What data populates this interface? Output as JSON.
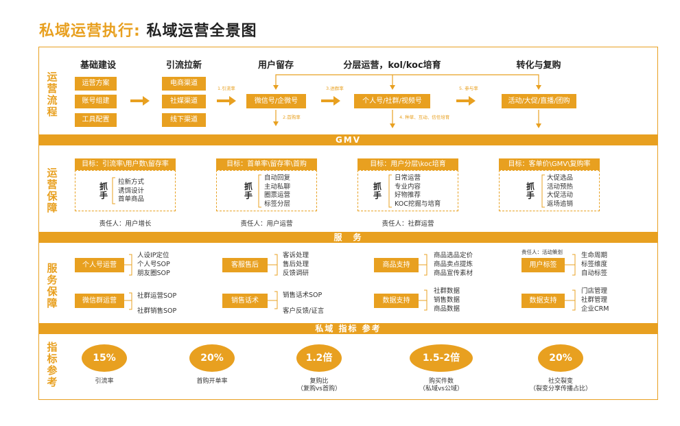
{
  "title": {
    "prefix": "私域运营执行:",
    "main": "私域运营全景图"
  },
  "side": {
    "process": "运营流程",
    "support": "运营保障",
    "service": "服务保障",
    "metrics": "指标参考"
  },
  "bands": {
    "gmv": "GMV",
    "service": "服　务",
    "metrics": "私域 指标 参考"
  },
  "flow": {
    "columns": [
      "基础建设",
      "引流拉新",
      "用户留存",
      "分层运营，kol/koc培育",
      "转化与复购"
    ],
    "col1": [
      "运营方案",
      "账号组建",
      "工具配置"
    ],
    "col2": [
      "电商渠道",
      "社媒渠道",
      "线下渠道"
    ],
    "col3": "微信号/企微号",
    "col4": "个人号/社群/视频号",
    "col5": "活动/大促/直播/团购",
    "notes": {
      "n1": "1.引流率",
      "n2": "2.首购率",
      "n3": "3.进群率",
      "n4": "4. 种草、互动、信任培育",
      "n5": "5. 参与率"
    }
  },
  "goals": [
    {
      "head": "目标：引流率\\用户数\\留存率",
      "grab": "抓手",
      "items": [
        "拉新方式",
        "诱饵设计",
        "首单商品"
      ],
      "owner": "责任人：用户增长"
    },
    {
      "head": "目标：首单率\\留存率\\首购",
      "grab": "抓手",
      "items": [
        "自动回复",
        "主动私聊",
        "圈票运营",
        "标签分层"
      ],
      "owner": "责任人：用户运营"
    },
    {
      "head": "目标：用户分层\\koc培育",
      "grab": "抓手",
      "items": [
        "日常运营",
        "专业内容",
        "好物推荐",
        "KOC挖掘与培育"
      ],
      "owner": "责任人：社群运营"
    },
    {
      "head": "目标：客单价\\GMV\\复购率",
      "grab": "抓手",
      "items": [
        "大促选品",
        "活动预热",
        "大促活动",
        "返场追销"
      ],
      "owner": ""
    }
  ],
  "services": [
    {
      "label": "个人号运营",
      "items": [
        "人设IP定位",
        "个人号SOP",
        "朋友圈SOP"
      ]
    },
    {
      "label": "客服售后",
      "items": [
        "客诉处理",
        "售后处理",
        "反馈调研"
      ]
    },
    {
      "label": "商品支持",
      "items": [
        "商品选品定价",
        "商品卖点提炼",
        "商品宣传素材"
      ]
    },
    {
      "label": "用户标签",
      "items": [
        "生命周期",
        "标签维度",
        "自动标签"
      ],
      "note": "责任人：活动策划"
    },
    {
      "label": "微信群运营",
      "items": [
        "社群运营SOP",
        "社群销售SOP"
      ]
    },
    {
      "label": "销售话术",
      "items": [
        "销售话术SOP",
        "客户反馈/证言"
      ]
    },
    {
      "label": "数据支持",
      "items": [
        "社群数据",
        "销售数据",
        "商品数据"
      ]
    },
    {
      "label": "数据支持",
      "items": [
        "门店管理",
        "社群管理",
        "企业CRM"
      ]
    }
  ],
  "metrics": [
    {
      "value": "15%",
      "label": "引流率",
      "sub": ""
    },
    {
      "value": "20%",
      "label": "首购开单率",
      "sub": ""
    },
    {
      "value": "1.2倍",
      "label": "复购比",
      "sub": "（复购vs首购）"
    },
    {
      "value": "1.5-2倍",
      "label": "购买件数",
      "sub": "（私域vs公域）"
    },
    {
      "value": "20%",
      "label": "社交裂变",
      "sub": "（裂变分享传播占比）"
    }
  ],
  "colors": {
    "accent": "#e8a020",
    "text": "#333333",
    "title": "#222222"
  }
}
